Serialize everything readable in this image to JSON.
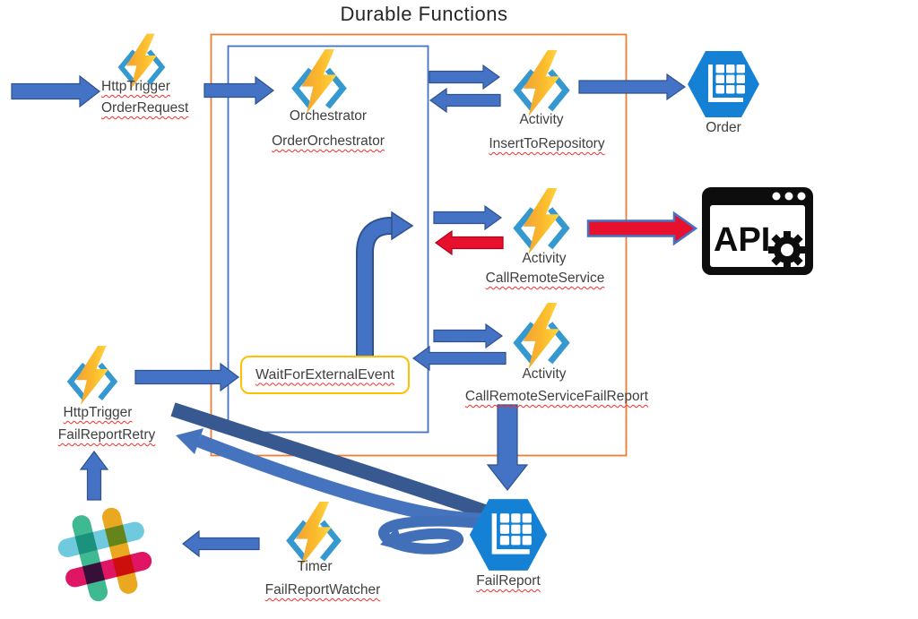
{
  "title": "Durable Functions",
  "nodes": {
    "http_trigger_order": {
      "trigger_label": "HttpTrigger",
      "function_label": "OrderRequest"
    },
    "orchestrator": {
      "type_label": "Orchestrator",
      "function_label": "OrderOrchestrator"
    },
    "activity_insert": {
      "type_label": "Activity",
      "function_label": "InsertToRepository"
    },
    "order_table": {
      "label": "Order"
    },
    "activity_call_remote": {
      "type_label": "Activity",
      "function_label": "CallRemoteService"
    },
    "api": {
      "label": "API"
    },
    "activity_call_remote_fail": {
      "type_label": "Activity",
      "function_label": "CallRemoteServiceFailReport"
    },
    "wait_for_external_event": {
      "label": "WaitForExternalEvent"
    },
    "http_trigger_retry": {
      "trigger_label": "HttpTrigger",
      "function_label": "FailReportRetry"
    },
    "fail_report_table": {
      "label": "FailReport"
    },
    "timer": {
      "type_label": "Timer",
      "function_label": "FailReportWatcher"
    }
  },
  "icons": {
    "azure_function": "lightning-bolt-in-angle-brackets",
    "storage_table": "blue-hexagon-table",
    "api": "browser-window-with-gear",
    "slack": "slack-hash-logo"
  },
  "colors": {
    "arrow_blue": "#4472C4",
    "arrow_blue_dark": "#2F528F",
    "arrow_red": "#E8112D",
    "outer_box_orange": "#ED7D31",
    "inner_box_blue": "#4472C4",
    "event_box_gold": "#FFC000",
    "hexagon_blue": "#1581D5",
    "bracket_blue": "#3598CE",
    "bolt_gold": "#F2A236",
    "bolt_yellow": "#FFD844",
    "slack_green": "#3EB991",
    "slack_blue": "#6ECADC",
    "slack_yellow": "#E9A820",
    "slack_pink": "#E01563",
    "text": "#3F3F3F",
    "squiggle": "#FF2A2A"
  }
}
